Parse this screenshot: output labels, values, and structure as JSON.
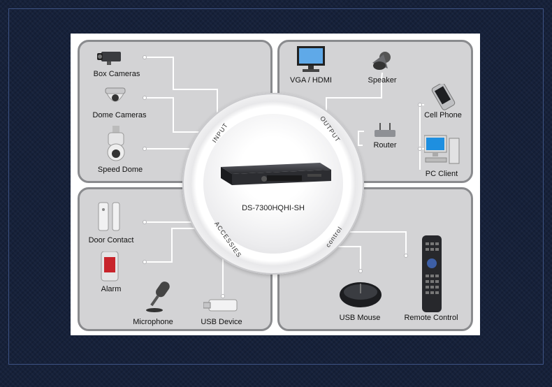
{
  "diagram": {
    "center_title": "DS-7300HQHI-SH",
    "sections": {
      "input": "INPUT",
      "output": "OUTPUT",
      "accessories": "ACCESSIES",
      "control": "control"
    },
    "input_devices": [
      "Box Cameras",
      "Dome Cameras",
      "Speed Dome"
    ],
    "output_devices": [
      "VGA / HDMI",
      "Speaker",
      "Cell Phone",
      "Router",
      "PC Client"
    ],
    "accessory_devices": [
      "Door Contact",
      "Alarm",
      "Microphone",
      "USB Device"
    ],
    "control_devices": [
      "USB Mouse",
      "Remote Control"
    ]
  }
}
